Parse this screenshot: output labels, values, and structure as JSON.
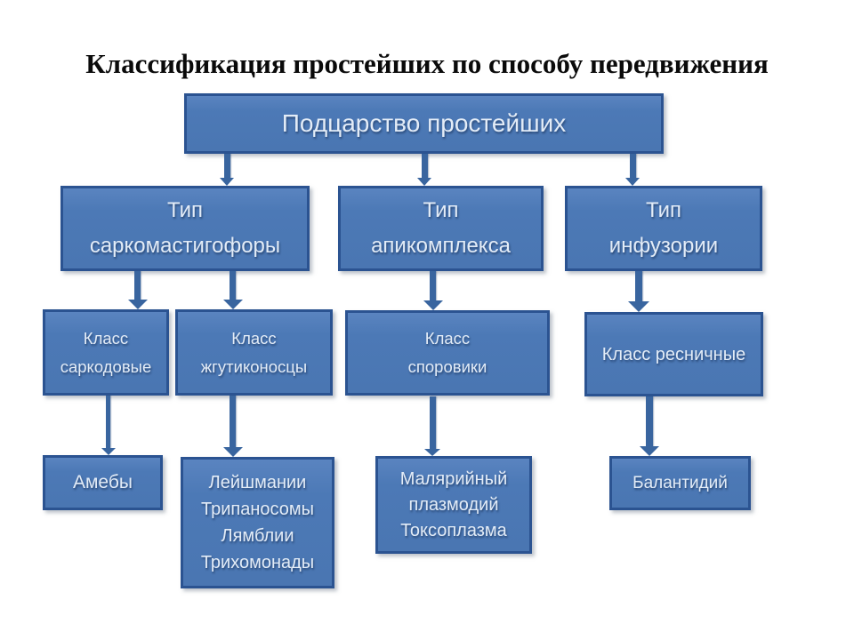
{
  "title": "Классификация простейших по способу передвижения",
  "diagram": {
    "type": "hierarchy-flowchart",
    "colors": {
      "box_fill": "#4c79b6",
      "box_border": "#2b5391",
      "connector": "#39659f",
      "box_text": "#e3ecf7",
      "title_text": "#0a0a0a",
      "background": "#ffffff"
    },
    "nodes": {
      "root": "Подцарство простейших",
      "type_sarcomastigophora": "Тип\nсаркомастигофоры",
      "type_apicomplexa": "Тип\nапикомплекса",
      "type_infusoria": "Тип\nинфузории",
      "class_sarcodina": "Класс\nсаркодовые",
      "class_flagellata": "Класс\nжгутиконосцы",
      "class_sporozoa": "Класс\nспоровики",
      "class_ciliata": "Класс ресничные",
      "examples_sarcodina": "Амебы",
      "examples_flagellata": "Лейшмании\nТрипаносомы\nЛямблии\nТрихомонады",
      "examples_sporozoa": "Малярийный\nплазмодий\nТоксоплазма",
      "examples_ciliata": "Балантидий"
    },
    "edges": [
      {
        "from": "root",
        "to": "type_sarcomastigophora"
      },
      {
        "from": "root",
        "to": "type_apicomplexa"
      },
      {
        "from": "root",
        "to": "type_infusoria"
      },
      {
        "from": "type_sarcomastigophora",
        "to": "class_sarcodina"
      },
      {
        "from": "type_sarcomastigophora",
        "to": "class_flagellata"
      },
      {
        "from": "type_apicomplexa",
        "to": "class_sporozoa"
      },
      {
        "from": "type_infusoria",
        "to": "class_ciliata"
      },
      {
        "from": "class_sarcodina",
        "to": "examples_sarcodina"
      },
      {
        "from": "class_flagellata",
        "to": "examples_flagellata"
      },
      {
        "from": "class_sporozoa",
        "to": "examples_sporozoa"
      },
      {
        "from": "class_ciliata",
        "to": "examples_ciliata"
      }
    ]
  }
}
